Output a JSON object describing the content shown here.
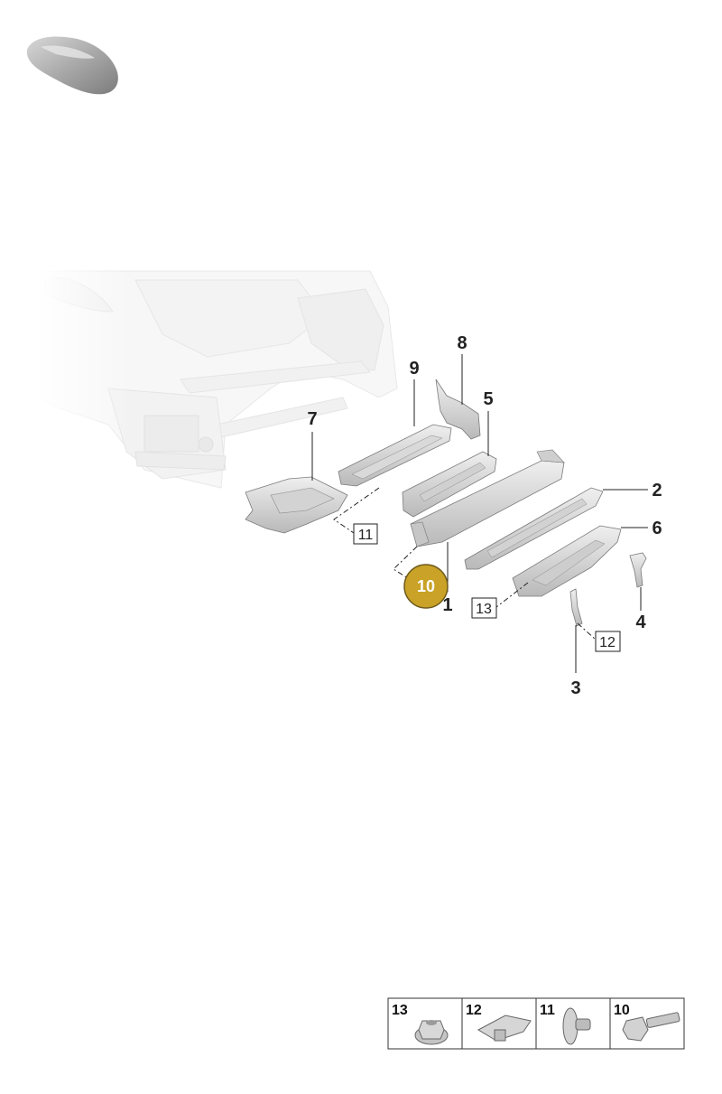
{
  "diagram": {
    "callouts": [
      {
        "id": "p1",
        "label": "1"
      },
      {
        "id": "p2",
        "label": "2"
      },
      {
        "id": "p3",
        "label": "3"
      },
      {
        "id": "p4",
        "label": "4"
      },
      {
        "id": "p5",
        "label": "5"
      },
      {
        "id": "p6",
        "label": "6"
      },
      {
        "id": "p7",
        "label": "7"
      },
      {
        "id": "p8",
        "label": "8"
      },
      {
        "id": "p9",
        "label": "9"
      }
    ],
    "boxed_refs": [
      {
        "id": "b11",
        "label": "11"
      },
      {
        "id": "b13",
        "label": "13"
      },
      {
        "id": "b12",
        "label": "12"
      }
    ],
    "highlighted": {
      "label": "10",
      "color": "#c9a227"
    }
  },
  "legend": {
    "items": [
      {
        "label": "13",
        "icon": "flange-nut-icon"
      },
      {
        "label": "12",
        "icon": "spring-clip-icon"
      },
      {
        "label": "11",
        "icon": "expanding-rivet-icon"
      },
      {
        "label": "10",
        "icon": "flange-bolt-icon"
      }
    ]
  }
}
